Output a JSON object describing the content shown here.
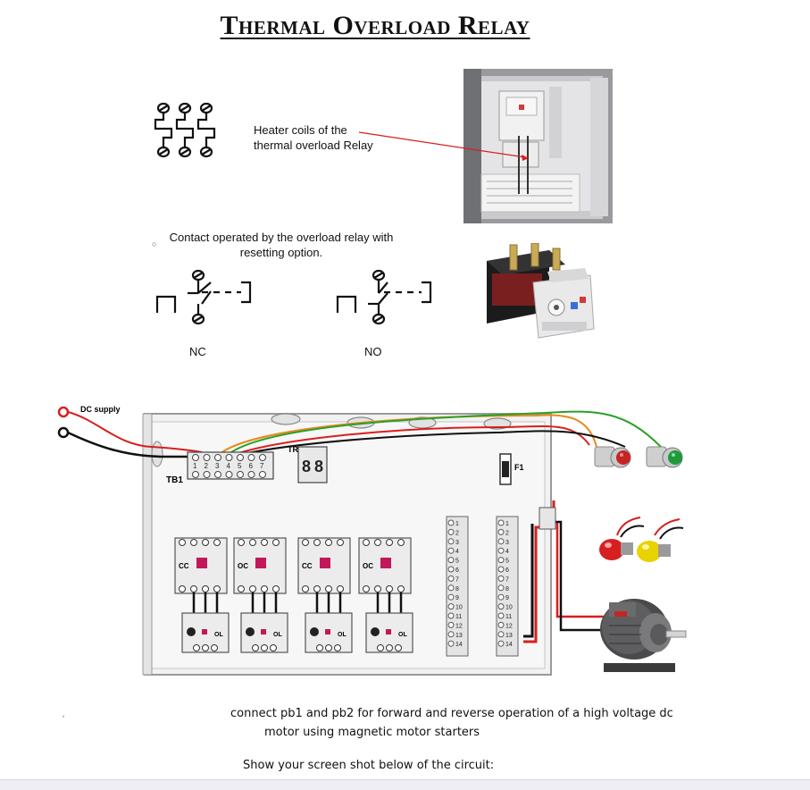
{
  "title": "Thermal Overload Relay",
  "heater": {
    "label_line1": "Heater coils of the",
    "label_line2": "thermal overload  Relay"
  },
  "contact": {
    "caption_line1": "Contact operated by the overload relay with",
    "caption_line2": "resetting option.",
    "nc_label": "NC",
    "no_label": "NO"
  },
  "panel": {
    "dc_supply": "DC supply",
    "tb1": "TB1",
    "tr": "TR",
    "fuse": "F1",
    "tb1_terminals": [
      "1",
      "2",
      "3",
      "4",
      "5",
      "6",
      "7"
    ],
    "contactor_label": "CC",
    "contactor_labels": [
      "CC",
      "OC",
      "CC",
      "OC"
    ],
    "overload_label": "OL",
    "terminal_numbers": [
      "1",
      "2",
      "3",
      "4",
      "5",
      "6",
      "7",
      "8",
      "9",
      "10",
      "11",
      "12",
      "13",
      "14"
    ]
  },
  "instructions": {
    "line1": "connect pb1 and pb2 for forward and reverse operation of a high voltage dc",
    "line2": "motor using magnetic motor starters",
    "line3": "Show your screen shot below of the circuit:"
  },
  "colors": {
    "red_wire": "#d81f1f",
    "black_wire": "#111111",
    "orange_wire": "#e8891c",
    "green_wire": "#2aa02a",
    "panel_bg": "#f2f2f2"
  }
}
